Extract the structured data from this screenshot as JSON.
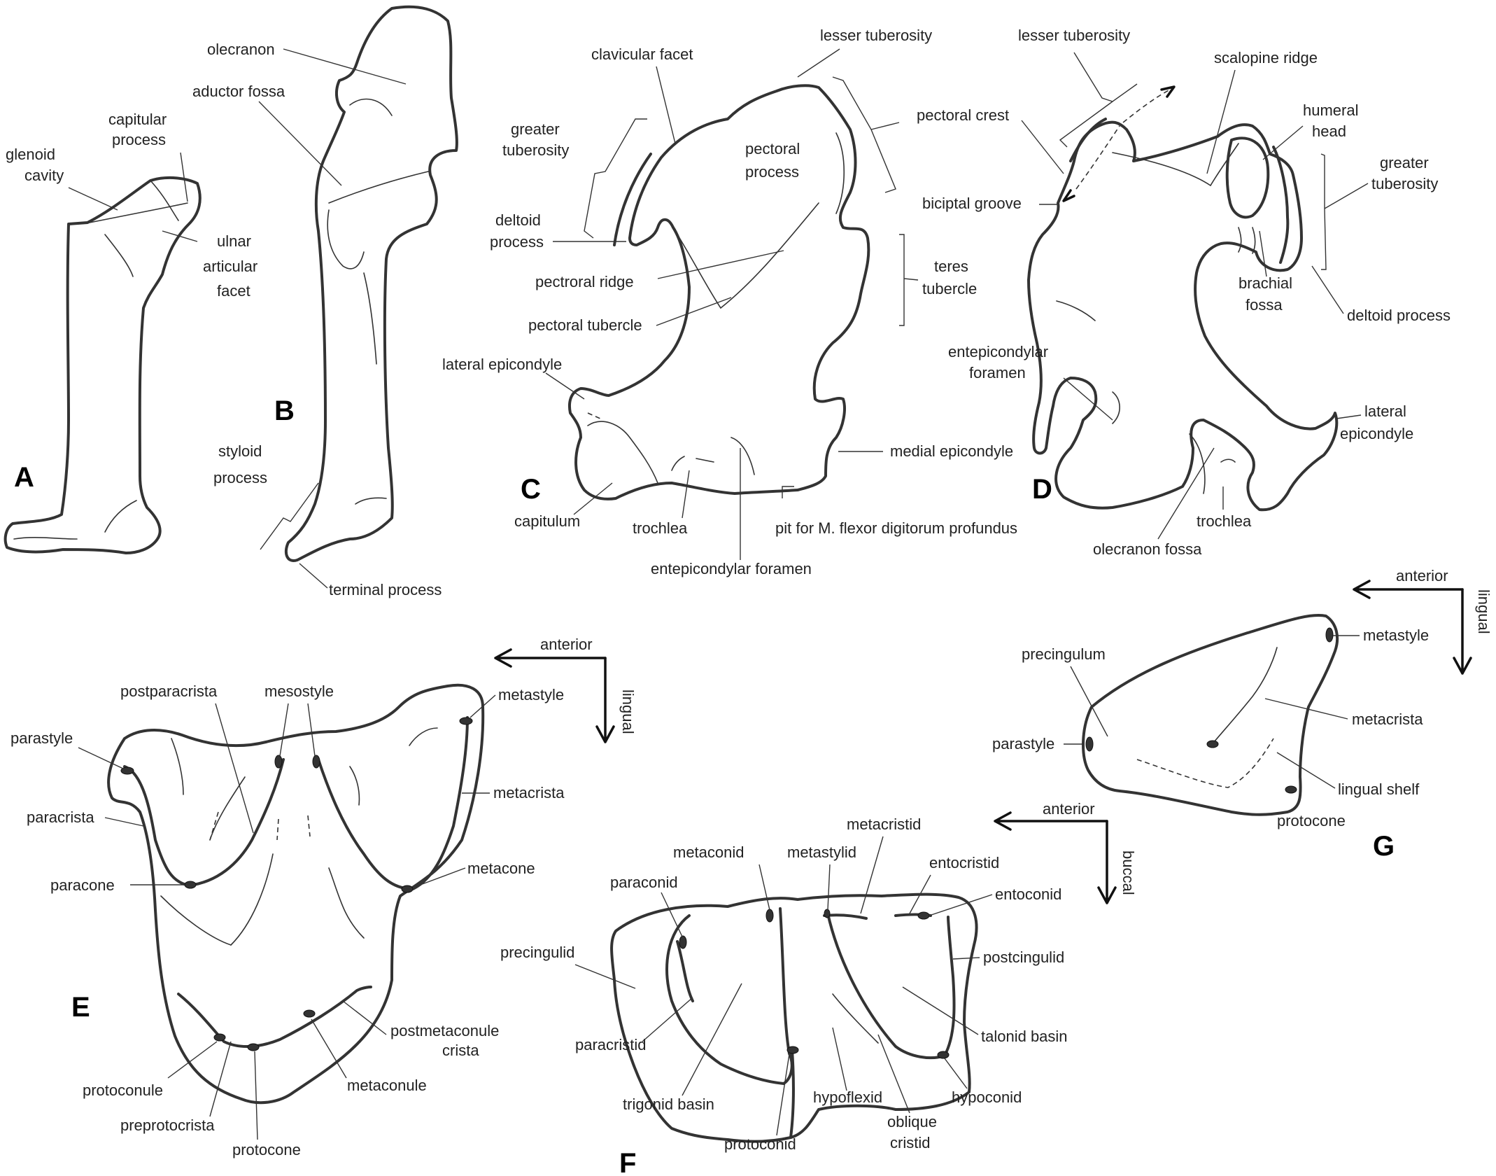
{
  "panels": {
    "A": "A",
    "B": "B",
    "C": "C",
    "D": "D",
    "E": "E",
    "F": "F",
    "G": "G"
  },
  "labels": {
    "a_glenoid_1": "glenoid",
    "a_glenoid_2": "cavity",
    "a_capitular_1": "capitular",
    "a_capitular_2": "process",
    "a_ulnar_1": "ulnar",
    "a_ulnar_2": "articular",
    "a_ulnar_3": "facet",
    "b_olecranon": "olecranon",
    "b_aductor": "aductor fossa",
    "b_styloid_1": "styloid",
    "b_styloid_2": "process",
    "b_terminal": "terminal process",
    "c_clavicular": "clavicular facet",
    "c_lesser": "lesser tuberosity",
    "c_greater_1": "greater",
    "c_greater_2": "tuberosity",
    "c_pectoral_proc_1": "pectoral",
    "c_pectoral_proc_2": "process",
    "c_pectoral_crest": "pectoral crest",
    "c_deltoid_1": "deltoid",
    "c_deltoid_2": "process",
    "c_pect_ridge": "pectroral ridge",
    "c_pect_tubercle": "pectoral tubercle",
    "c_teres_1": "teres",
    "c_teres_2": "tubercle",
    "c_lat_epi": "lateral epicondyle",
    "c_med_epi": "medial epicondyle",
    "c_capitulum": "capitulum",
    "c_trochlea": "trochlea",
    "c_pit": "pit for M. flexor digitorum profundus",
    "c_entepi": "entepicondylar foramen",
    "d_lesser": "lesser tuberosity",
    "d_scalopine": "scalopine ridge",
    "d_humeral_1": "humeral",
    "d_humeral_2": "head",
    "d_greater_1": "greater",
    "d_greater_2": "tuberosity",
    "d_bicipital": "biciptal groove",
    "d_brachial_1": "brachial",
    "d_brachial_2": "fossa",
    "d_deltoid": "deltoid process",
    "d_entepi_1": "entepicondylar",
    "d_entepi_2": "foramen",
    "d_lat_1": "lateral",
    "d_lat_2": "epicondyle",
    "d_trochlea": "trochlea",
    "d_olecranon_fossa": "olecranon fossa",
    "e_anterior": "anterior",
    "e_lingual": "lingual",
    "e_postparacrista": "postparacrista",
    "e_mesostyle": "mesostyle",
    "e_metastyle": "metastyle",
    "e_parastyle": "parastyle",
    "e_metacrista": "metacrista",
    "e_paracrista": "paracrista",
    "e_paracone": "paracone",
    "e_metacone": "metacone",
    "e_postmetaconule_1": "postmetaconule",
    "e_postmetaconule_2": "crista",
    "e_protoconule": "protoconule",
    "e_metaconule": "metaconule",
    "e_preprotocrista": "preprotocrista",
    "e_protocone": "protocone",
    "f_anterior": "anterior",
    "f_buccal": "buccal",
    "f_metacristid": "metacristid",
    "f_metaconid": "metaconid",
    "f_metastylid": "metastylid",
    "f_entocristid": "entocristid",
    "f_paraconid": "paraconid",
    "f_entoconid": "entoconid",
    "f_precingulid": "precingulid",
    "f_postcingulid": "postcingulid",
    "f_paracristid": "paracristid",
    "f_talonid": "talonid basin",
    "f_hypoconid": "hypoconid",
    "f_trigonid": "trigonid basin",
    "f_protoconid": "protoconid",
    "f_hypoflexid": "hypoflexid",
    "f_oblique_1": "oblique",
    "f_oblique_2": "cristid",
    "g_anterior": "anterior",
    "g_lingual": "lingual",
    "g_metastyle": "metastyle",
    "g_precingulum": "precingulum",
    "g_metacrista": "metacrista",
    "g_parastyle": "parastyle",
    "g_lingual_shelf": "lingual shelf",
    "g_protocone": "protocone"
  }
}
